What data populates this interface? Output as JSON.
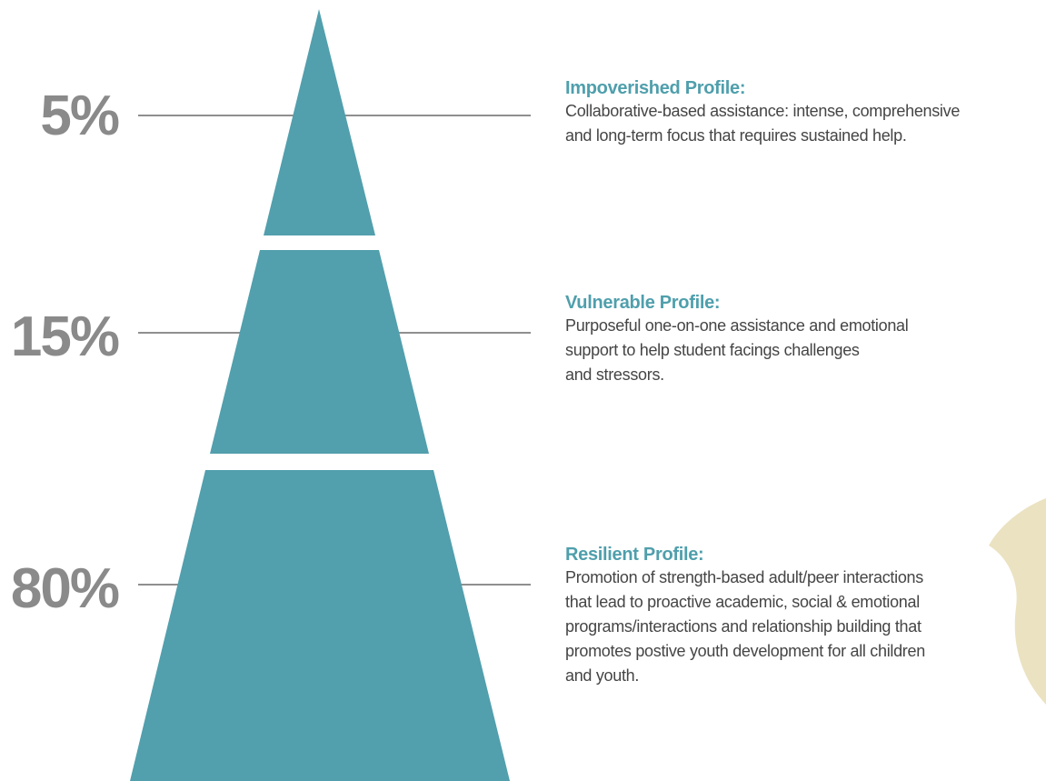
{
  "colors": {
    "pyramid": "#529fad",
    "percent": "#8a8a8a",
    "heading": "#4f9fac",
    "text": "#454545",
    "connector": "#8f8f8f",
    "decoration": "#e2d6a7"
  },
  "tiers": [
    {
      "id": "impoverished",
      "percent": "5%",
      "heading": "Impoverished Profile:",
      "lines": [
        "Collaborative-based assistance: intense, comprehensive",
        "and long-term focus that requires sustained help."
      ]
    },
    {
      "id": "vulnerable",
      "percent": "15%",
      "heading": "Vulnerable Profile:",
      "lines": [
        "Purposeful one-on-one assistance and emotional",
        "support to help student facings challenges",
        "and stressors."
      ]
    },
    {
      "id": "resilient",
      "percent": "80%",
      "heading": "Resilient Profile:",
      "lines": [
        "Promotion of strength-based adult/peer interactions",
        "that lead to proactive academic, social & emotional",
        "programs/interactions and relationship building that",
        "promotes postive youth development for all children",
        "and youth."
      ]
    }
  ]
}
